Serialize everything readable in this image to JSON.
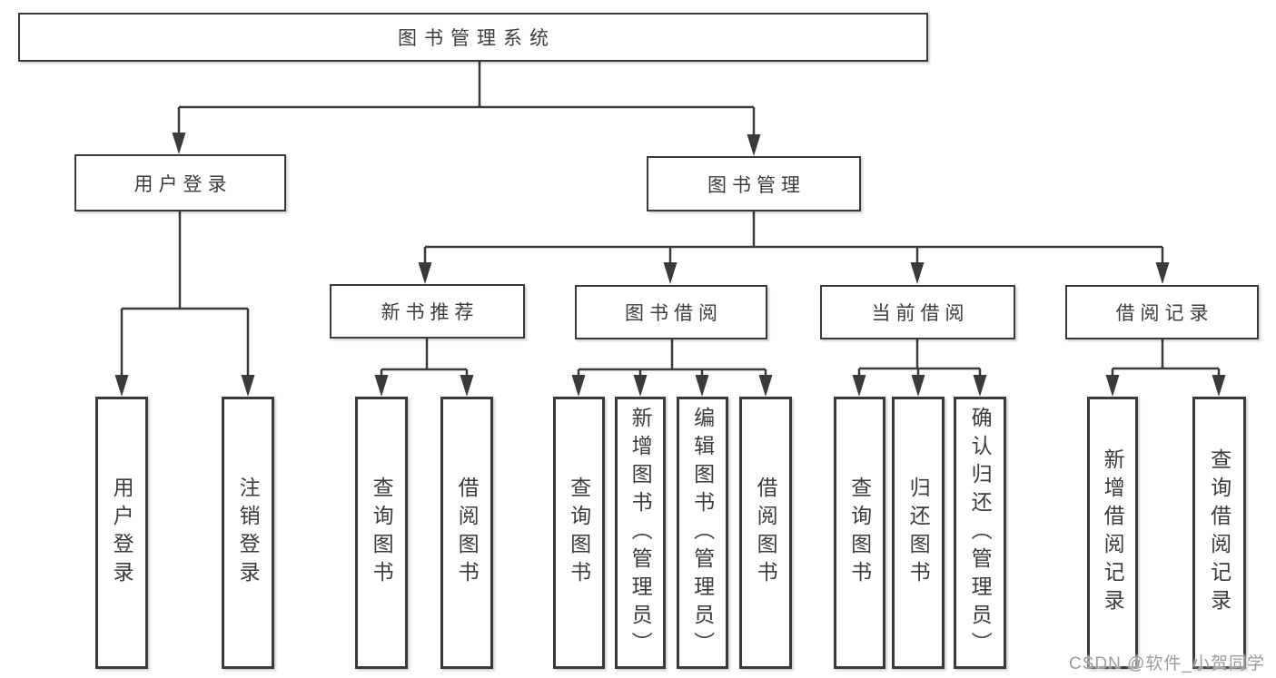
{
  "tree": {
    "root": {
      "label": "图书管理系统"
    },
    "level1": [
      {
        "label": "用户登录"
      },
      {
        "label": "图书管理",
        "parent": "图书管理系统"
      }
    ],
    "level2": [
      {
        "label": "新书推荐",
        "parent": "图书管理"
      },
      {
        "label": "图书借阅",
        "parent": "图书管理"
      },
      {
        "label": "当前借阅",
        "parent": "图书管理"
      },
      {
        "label": "借阅记录",
        "parent": "图书管理"
      }
    ],
    "leaves": [
      {
        "label": "用户登录",
        "parent": "用户登录"
      },
      {
        "label": "注销登录",
        "parent": "用户登录"
      },
      {
        "label": "查询图书",
        "parent": "新书推荐"
      },
      {
        "label": "借阅图书",
        "parent": "新书推荐"
      },
      {
        "label": "查询图书",
        "parent": "图书借阅"
      },
      {
        "label": "新增图书（管理员）",
        "parent": "图书借阅"
      },
      {
        "label": "编辑图书（管理员）",
        "parent": "图书借阅"
      },
      {
        "label": "借阅图书",
        "parent": "图书借阅"
      },
      {
        "label": "查询图书",
        "parent": "当前借阅"
      },
      {
        "label": "归还图书",
        "parent": "当前借阅"
      },
      {
        "label": "确认归还（管理员）",
        "parent": "当前借阅"
      },
      {
        "label": "新增借阅记录",
        "parent": "借阅记录"
      },
      {
        "label": "查询借阅记录",
        "parent": "借阅记录"
      }
    ],
    "watermark": "CSDN @软件_小贺同学",
    "colors": {
      "line": "#3a3a3a",
      "text": "#3c3c3c",
      "box_background": "#ffffff",
      "watermark": "#9c9c9c"
    }
  }
}
